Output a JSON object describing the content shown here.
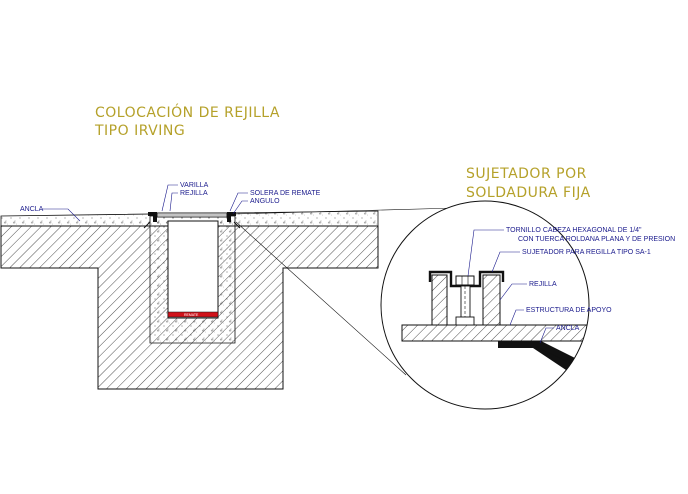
{
  "titles": {
    "main_line1": "COLOCACIÓN DE REJILLA",
    "main_line2": "TIPO IRVING",
    "detail_line1": "SUJETADOR POR",
    "detail_line2": "SOLDADURA FIJA"
  },
  "labels": {
    "ancla_left": "ANCLA",
    "varilla": "VARILLA",
    "rejilla_top": "REJILLA",
    "solera": "SOLERA DE REMATE",
    "angulo": "ANGULO",
    "remate_small": "REMATE",
    "tornillo_line1": "TORNILLO CABEZA HEXAGONAL DE 1/4\"",
    "tornillo_line2": "CON TUERCA ROLDANA PLANA Y DE PRESION",
    "sujetador": "SUJETADOR PARA REGILLA TIPO SA-1",
    "rejilla_detail": "REJILLA",
    "estructura": "ESTRUCTURA DE APOYO",
    "ancla_detail": "ANCLA"
  },
  "colors": {
    "title": "#b5a12a",
    "label": "#1a1a8c",
    "remate_bar": "#d0121a",
    "steel": "#111111"
  }
}
